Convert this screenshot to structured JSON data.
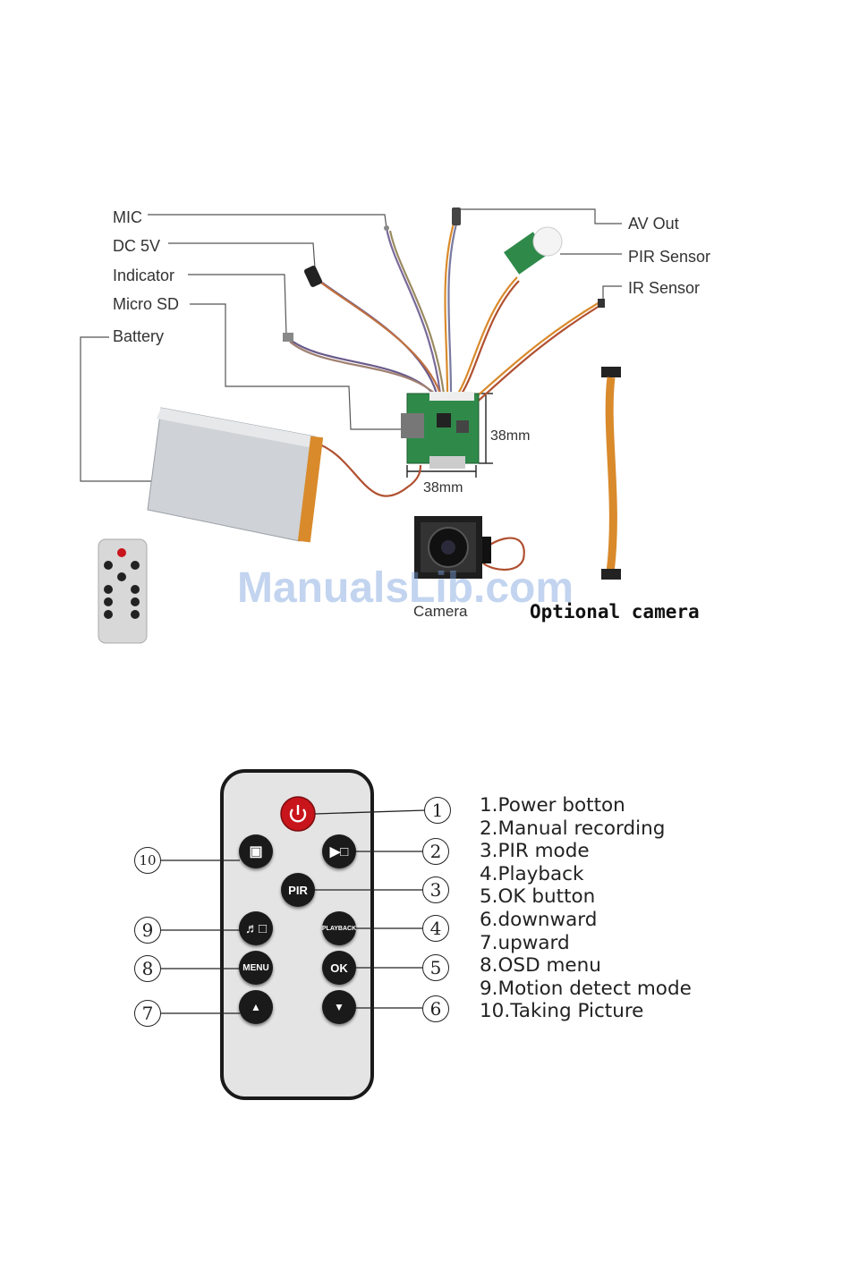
{
  "diagram": {
    "labels": {
      "mic": "MIC",
      "dc5v": "DC 5V",
      "indicator": "Indicator",
      "micro_sd": "Micro SD",
      "battery": "Battery",
      "av_out": "AV Out",
      "pir_sensor": "PIR Sensor",
      "ir_sensor": "IR Sensor",
      "dim_height": "38mm",
      "dim_width": "38mm",
      "camera": "Camera",
      "optional_camera": "Optional camera"
    },
    "watermark": "ManualsLib.com"
  },
  "remote": {
    "buttons": {
      "pir": "PIR",
      "playback": "PLAYBACK",
      "menu": "MENU",
      "ok": "OK"
    },
    "callouts": [
      "1",
      "2",
      "3",
      "4",
      "5",
      "6",
      "7",
      "8",
      "9",
      "10"
    ],
    "legend": [
      "1.Power botton",
      "2.Manual recording",
      "3.PIR mode",
      "4.Playback",
      "5.OK button",
      "6.downward",
      "7.upward",
      "8.OSD menu",
      "9.Motion detect mode",
      "10.Taking Picture"
    ]
  },
  "colors": {
    "power_red": "#c8141b",
    "button_black": "#1a1a1a",
    "remote_body": "#e4e4e4",
    "board_green": "#2f8a4a",
    "wire_orange": "#d98a2b"
  }
}
